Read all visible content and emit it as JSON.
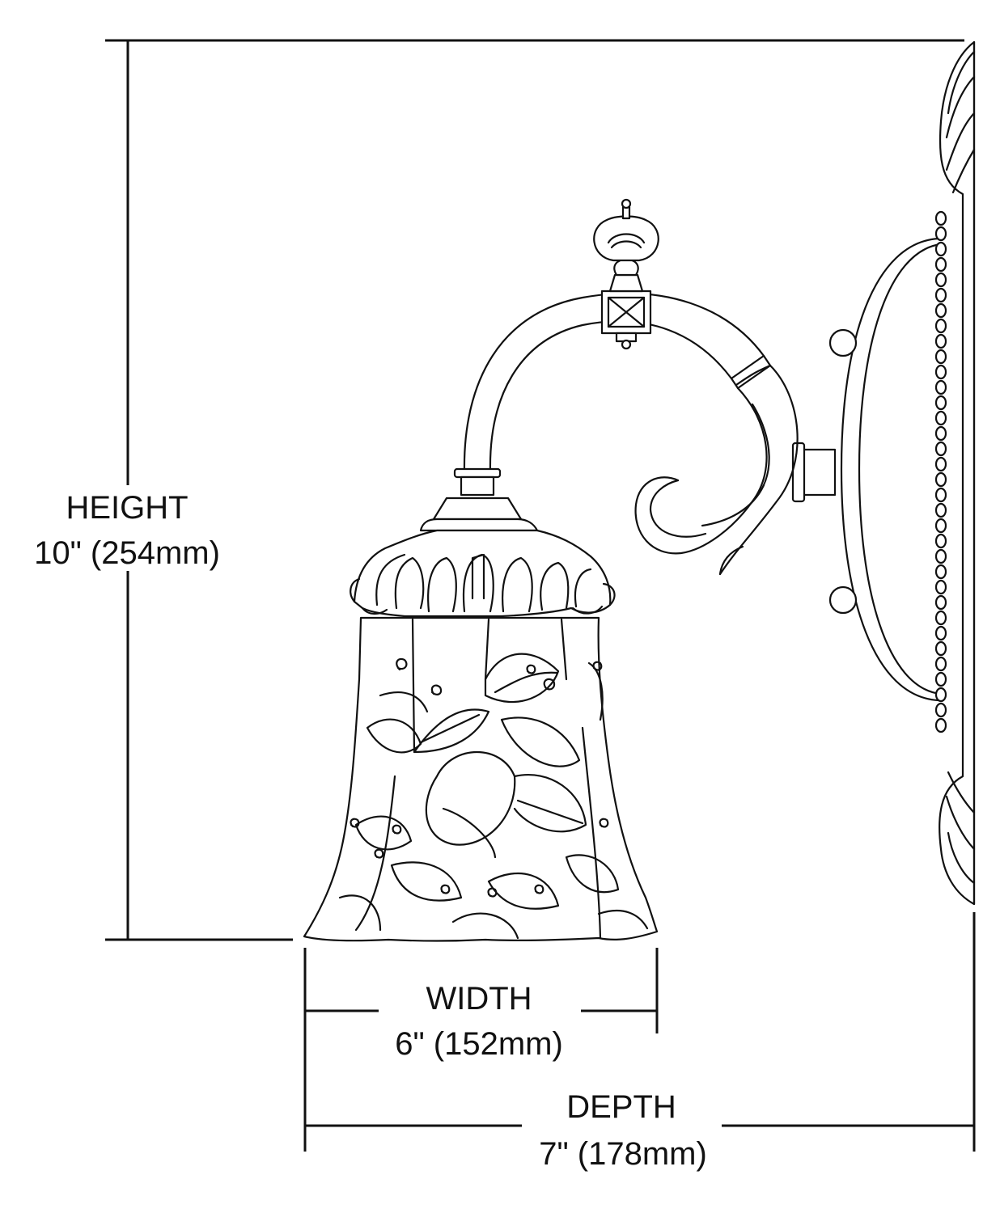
{
  "dimensions": {
    "height": {
      "label": "HEIGHT",
      "value": "10\" (254mm)"
    },
    "width": {
      "label": "WIDTH",
      "value": "6\" (152mm)"
    },
    "depth": {
      "label": "DEPTH",
      "value": "7\" (178mm)"
    }
  },
  "colors": {
    "line": "#111111",
    "background": "#ffffff"
  }
}
